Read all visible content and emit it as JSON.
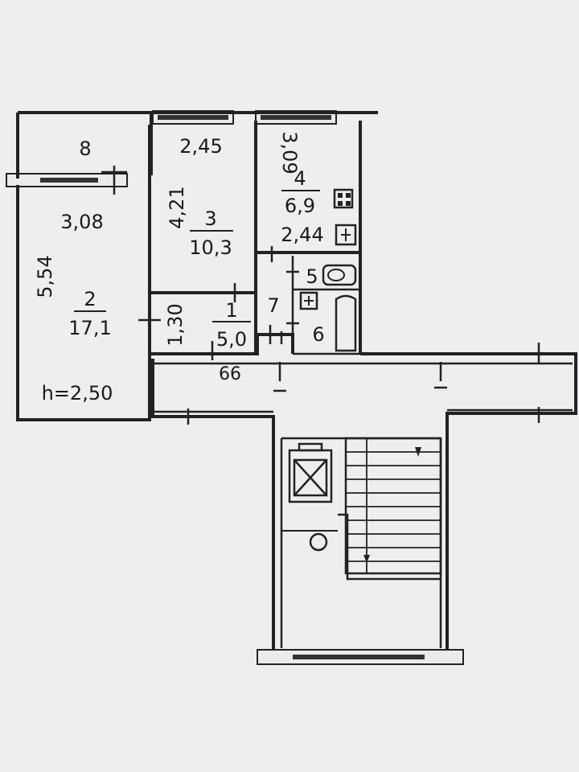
{
  "plan": {
    "rooms": [
      {
        "id": "loggia",
        "number": "8",
        "area": ""
      },
      {
        "id": "living-room",
        "number": "2",
        "area": "17,1"
      },
      {
        "id": "bedroom",
        "number": "3",
        "area": "10,3"
      },
      {
        "id": "kitchen",
        "number": "4",
        "area": "6,9"
      },
      {
        "id": "hallway",
        "number": "1",
        "area": "5,0"
      },
      {
        "id": "closet",
        "number": "7",
        "area": ""
      },
      {
        "id": "toilet",
        "number": "5",
        "area": ""
      },
      {
        "id": "bathroom",
        "number": "6",
        "area": ""
      }
    ],
    "dimensions": {
      "bedroom_width": "2,45",
      "bedroom_length": "4,21",
      "kitchen_length": "3,09",
      "kitchen_width": "2,44",
      "living_width": "3,08",
      "living_length": "5,54",
      "hall_width": "1,30",
      "door_code": "66"
    },
    "ceiling_height": "h=2,50"
  }
}
